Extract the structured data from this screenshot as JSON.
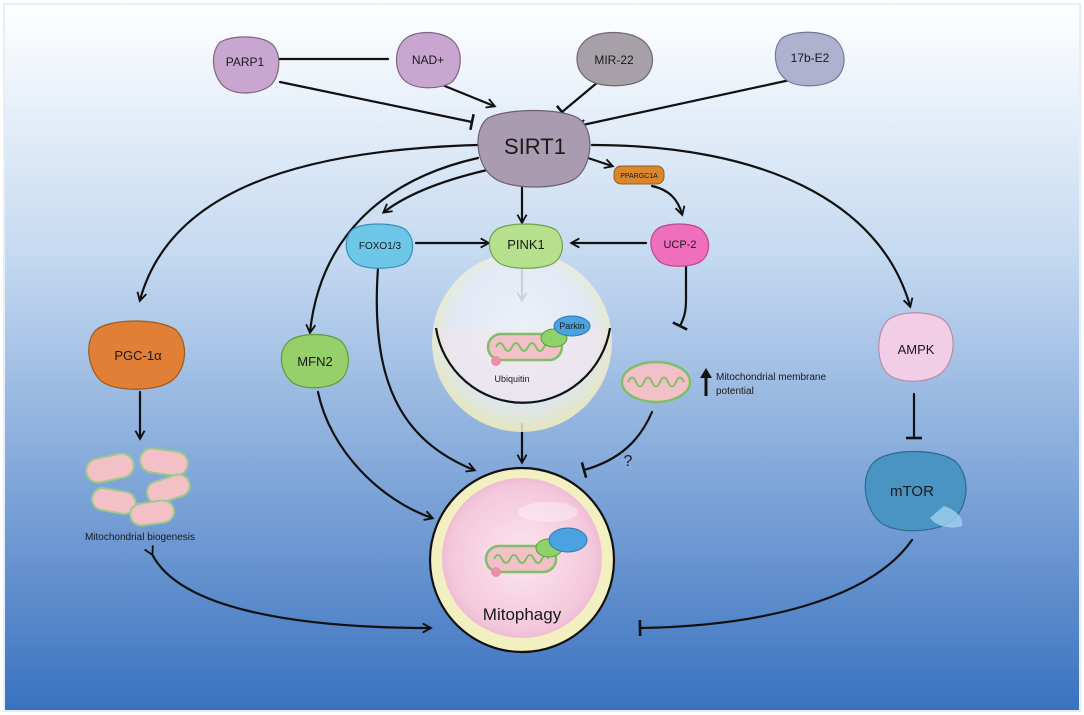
{
  "nodes": {
    "parp1": {
      "label": "PARP1",
      "color": "#c9a6cf"
    },
    "nad": {
      "label": "NAD+",
      "color": "#c9a6cf"
    },
    "mir22": {
      "label": "MIR-22",
      "color": "#a7a0a8"
    },
    "e2": {
      "label": "17b-E2",
      "color": "#aeb2cf"
    },
    "sirt1": {
      "label": "SIRT1",
      "color": "#a99cb0"
    },
    "ppargc1a": {
      "label": "PPARGC1A",
      "color": "#d9862e"
    },
    "foxo": {
      "label": "FOXO1/3",
      "color": "#6ec6e8"
    },
    "pink1": {
      "label": "PINK1",
      "color": "#b6e08e"
    },
    "ucp2": {
      "label": "UCP-2",
      "color": "#ef6fbd"
    },
    "pgc1a": {
      "label": "PGC-1α",
      "color": "#e07f35"
    },
    "mfn2": {
      "label": "MFN2",
      "color": "#97cf6a"
    },
    "ampk": {
      "label": "AMPK",
      "color": "#f1cde6"
    },
    "mtor": {
      "label": "mTOR",
      "color": "#4a94c4"
    }
  },
  "labels": {
    "parkin": "Parkin",
    "ubiquitin": "Ubiquitin",
    "membrane_line1": "Mitochondrial membrane",
    "membrane_line2": "potential",
    "biogenesis": "Mitochondrial biogenesis",
    "mitophagy": "Mitophagy",
    "question": "?"
  },
  "colors": {
    "mito_body": "#f3c0c8",
    "mito_outline": "#7fbf6a",
    "parkin": "#4aa3e0",
    "ubiquitin": "#e98fa8",
    "mitophagy_fill": "#f5cfe0",
    "mitophagy_ring": "#f2efc0"
  }
}
